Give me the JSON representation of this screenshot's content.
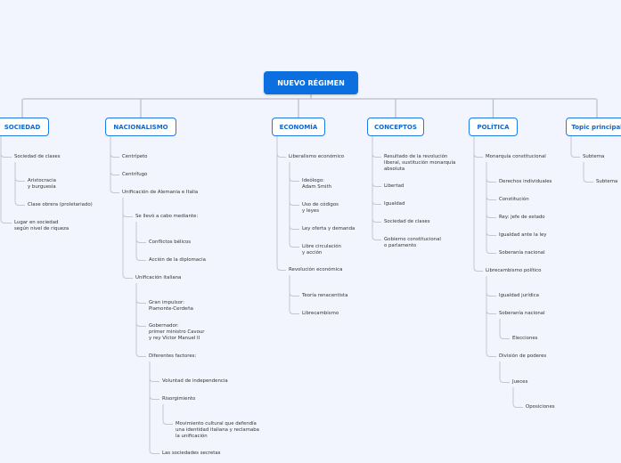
{
  "root": "NUEVO RÉGIMEN",
  "topics": [
    {
      "label": "SOCIEDAD",
      "children": [
        "Sociedad de clases",
        "Aristocracia\ny burguesía",
        "Clase obrera (proletariado)",
        "Lugar en sociedad\nsegún nivel de riqueza"
      ]
    },
    {
      "label": "NACIONALISMO",
      "children": [
        "Centrípeto",
        "Centrífugo",
        "Unificación de Alemania e Italia",
        "Se llevó a cabo mediante:",
        "Conflictos bélicos",
        "Acción de la diplomacia",
        "Unificación italiana",
        "Gran impulsor:\nPiamonte-Cerdeña",
        "Gobernador:\nprimer ministro Cavour\ny rey Víctor Manuel II",
        "Diferentes factores:",
        "Voluntad de independencia",
        "Risorgimiento",
        "Movimiento cultural que defendía\nuna identidad italiana y reclamaba\nla unificación",
        "Las sociedades secretas"
      ]
    },
    {
      "label": "ECONOMÍA",
      "children": [
        "Liberalismo económico",
        "Ideólogo:\nAdam Smith",
        "Uso de códigos\ny leyes",
        "Ley oferta y demanda",
        "Libre circulación\ny acción",
        "Revolución económica",
        "Teoría renacentista",
        "Librecambismo"
      ]
    },
    {
      "label": "CONCEPTOS",
      "children": [
        "Resultado de la revolución\nliberal, sustitución monarquía\nabsoluta",
        "Libertad",
        "Igualdad",
        "Sociedad de clases",
        "Gobierno constitucional\no parlamento"
      ]
    },
    {
      "label": "POLÍTICA",
      "children": [
        "Monarquía constitucional",
        "Derechos individuales",
        "Constitución",
        "Rey: jefe de estado",
        "Igualdad ante la ley",
        "Soberanía nacional",
        "Librecambismo político",
        "Igualdad jurídica",
        "Soberanía nacional",
        "Elecciones",
        "División de poderes",
        "Jueces",
        "Oposiciones"
      ]
    },
    {
      "label": "Topic principal",
      "children": [
        "Subtema",
        "Subtema"
      ]
    }
  ]
}
